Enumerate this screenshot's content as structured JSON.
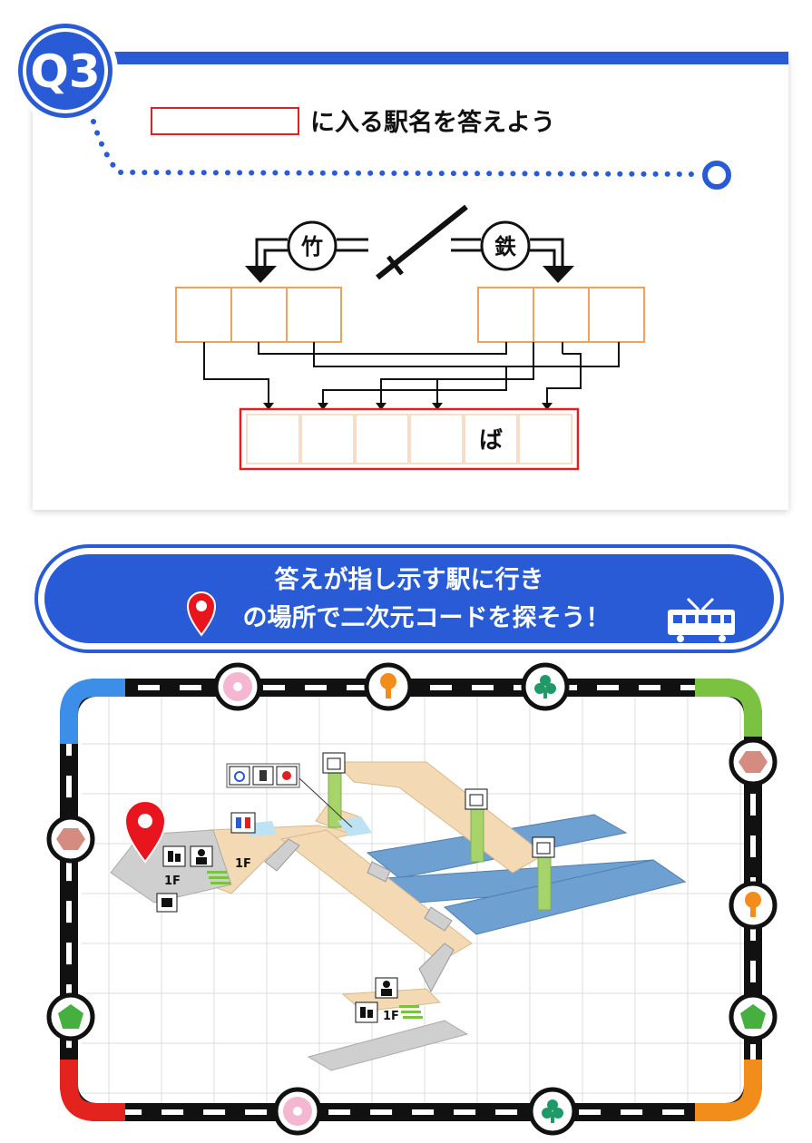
{
  "question": {
    "badge": "Q3",
    "prompt": "に入る駅名を答えよう",
    "left_circle": "竹",
    "right_circle": "鉄",
    "answer_cells": [
      "",
      "",
      "",
      "",
      "ば",
      ""
    ]
  },
  "banner": {
    "line1": "答えが指し示す駅に行き",
    "line2": "の場所で二次元コードを探そう！"
  },
  "map": {
    "floor_labels": [
      "1F",
      "1F",
      "1F"
    ]
  },
  "colors": {
    "accent_blue": "#2a5bd7",
    "cell_orange": "#f0a25a",
    "answer_red": "#e02020",
    "pin_red": "#e8141e",
    "platform_blue": "#6fa0d2",
    "concourse_beige": "#f3d9b4",
    "elevator_green": "#a6d36a",
    "corner_blue": "#3c8ee8",
    "corner_green": "#7cc241",
    "corner_red": "#e3231e",
    "corner_orange": "#f28c1a"
  },
  "icons": {
    "station_markers": [
      "sakura-icon",
      "key-icon",
      "clover-icon",
      "hexagon-icon",
      "pentagon-icon"
    ],
    "facility_icons": [
      "wheelchair-icon",
      "locker-icon",
      "baby-icon",
      "restroom-icon",
      "ticket-gate-icon",
      "station-staff-icon",
      "ticket-machine-icon",
      "elevator-icon"
    ],
    "train": "train-icon",
    "pin": "location-pin-icon"
  }
}
